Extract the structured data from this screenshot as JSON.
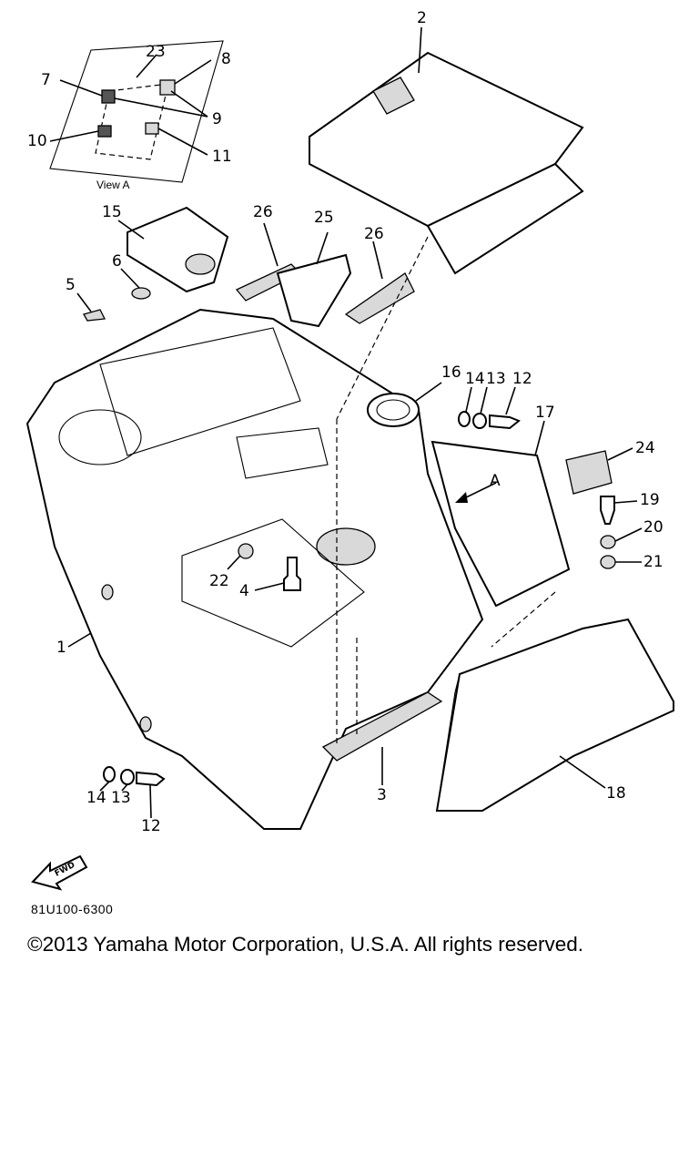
{
  "view_caption": "View A",
  "drawing_number": "81U100-6300",
  "copyright": "©2013 Yamaha Motor Corporation, U.S.A. All rights reserved.",
  "fwd_label": "FWD",
  "view_marker": "A",
  "callouts": {
    "c1": "1",
    "c2": "2",
    "c3": "3",
    "c4": "4",
    "c5": "5",
    "c6": "6",
    "c7": "7",
    "c8": "8",
    "c9": "9",
    "c10": "10",
    "c11": "11",
    "c12a": "12",
    "c12b": "12",
    "c13a": "13",
    "c13b": "13",
    "c14a": "14",
    "c14b": "14",
    "c15": "15",
    "c16": "16",
    "c17": "17",
    "c18": "18",
    "c19": "19",
    "c20": "20",
    "c21": "21",
    "c22": "22",
    "c23": "23",
    "c24": "24",
    "c25": "25",
    "c26a": "26",
    "c26b": "26"
  }
}
